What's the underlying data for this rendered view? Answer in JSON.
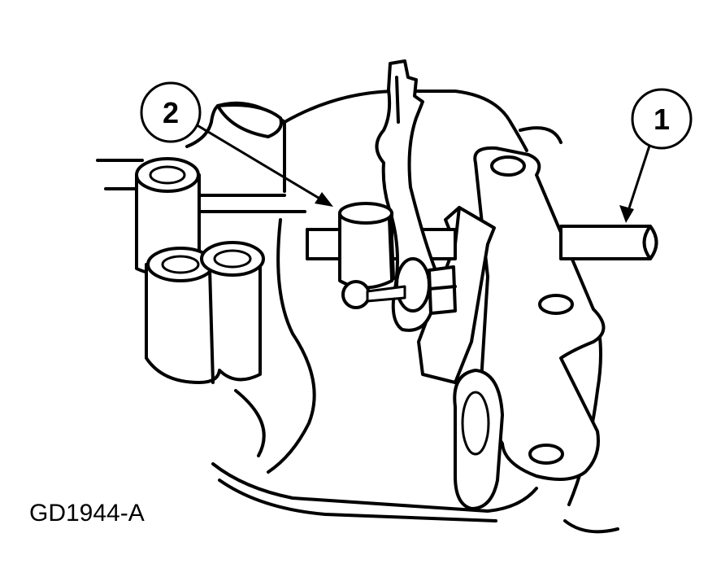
{
  "figure": {
    "id_label": "GD1944-A",
    "callouts": [
      {
        "number": "1"
      },
      {
        "number": "2"
      }
    ],
    "colors": {
      "ink": "#000000",
      "paper": "#ffffff"
    }
  }
}
